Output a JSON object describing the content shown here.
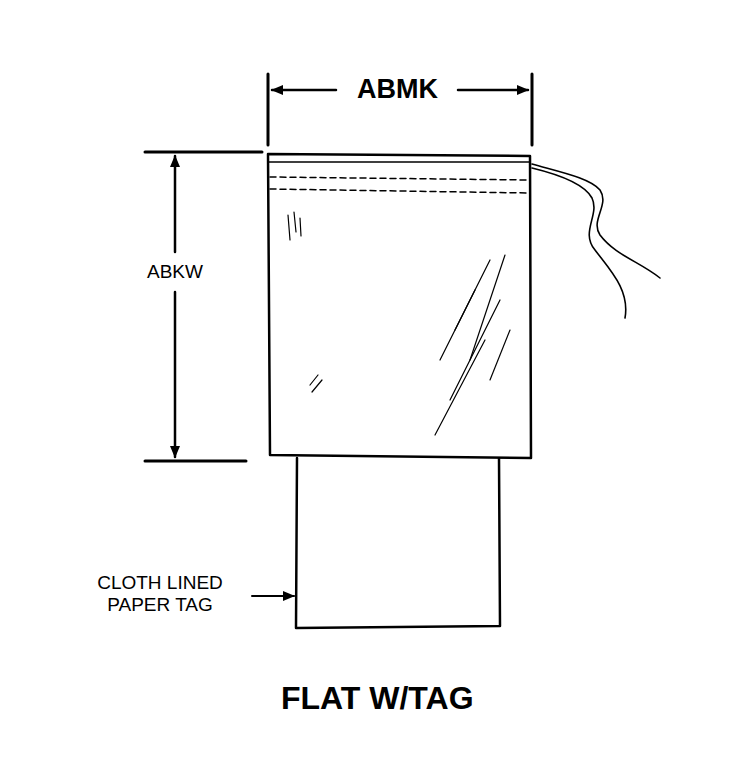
{
  "diagram": {
    "caption": "FLAT W/TAG",
    "labels": [
      "ABMK",
      "ABKW",
      "CLOTH LINED PAPER TAG"
    ]
  }
}
